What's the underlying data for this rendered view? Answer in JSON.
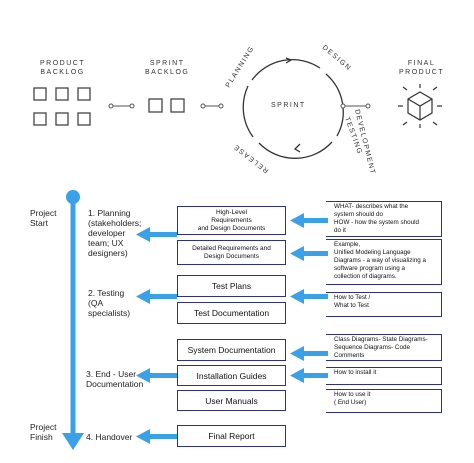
{
  "top": {
    "product_backlog": [
      "PRODUCT",
      "BACKLOG"
    ],
    "sprint_backlog": [
      "SPRINT",
      "BACKLOG"
    ],
    "final_product": [
      "FINAL",
      "PRODUCT"
    ],
    "cycle_center": "SPRINT",
    "cycle_labels": {
      "planning": "PLANNING",
      "design": "DESIGN",
      "development": "DEVELOPMENT",
      "testing": "TESTING",
      "release": "RELEASE"
    }
  },
  "timeline": {
    "start": [
      "Project",
      "Start"
    ],
    "finish": [
      "Project",
      "Finish"
    ],
    "colors": {
      "arrow": "#3aa0e8",
      "box_border": "#2b2f8f"
    }
  },
  "phases": [
    {
      "lines": [
        "1. Planning",
        "(stakeholders;",
        "developer",
        "team; UX",
        "designers)"
      ]
    },
    {
      "lines": [
        "2. Testing",
        "(QA",
        "specialists)"
      ]
    },
    {
      "lines": [
        "3. End - User",
        "Documentation"
      ]
    },
    {
      "lines": [
        "4. Handover"
      ]
    }
  ],
  "documents": [
    {
      "lines": [
        "High-Level",
        "Requirements",
        "and Design Documents"
      ]
    },
    {
      "lines": [
        "Detailed Requirements and",
        "Design Documents"
      ]
    },
    {
      "lines": [
        "Test Plans"
      ]
    },
    {
      "lines": [
        "Test Documentation"
      ]
    },
    {
      "lines": [
        "System  Documentation"
      ]
    },
    {
      "lines": [
        "Installation Guides"
      ]
    },
    {
      "lines": [
        "User Manuals"
      ]
    },
    {
      "lines": [
        "Final Report"
      ]
    }
  ],
  "notes": [
    {
      "lines": [
        "WHAT- describes what the",
        "system should do",
        "HOW - how the system should",
        "do it"
      ]
    },
    {
      "lines": [
        "Example,",
        "Unified Modeling Language",
        "Diagrams - a way of visualizing a",
        "software program using a",
        "collection of diagrams."
      ]
    },
    {
      "lines": [
        "How to Test /",
        "What to Test"
      ]
    },
    {
      "lines": [
        "Class Diagrams- State Diagrams-",
        "Sequence Diagrams- Code",
        "Comments"
      ]
    },
    {
      "lines": [
        "How to install it"
      ]
    },
    {
      "lines": [
        "How to use it",
        "( End User)"
      ]
    }
  ]
}
